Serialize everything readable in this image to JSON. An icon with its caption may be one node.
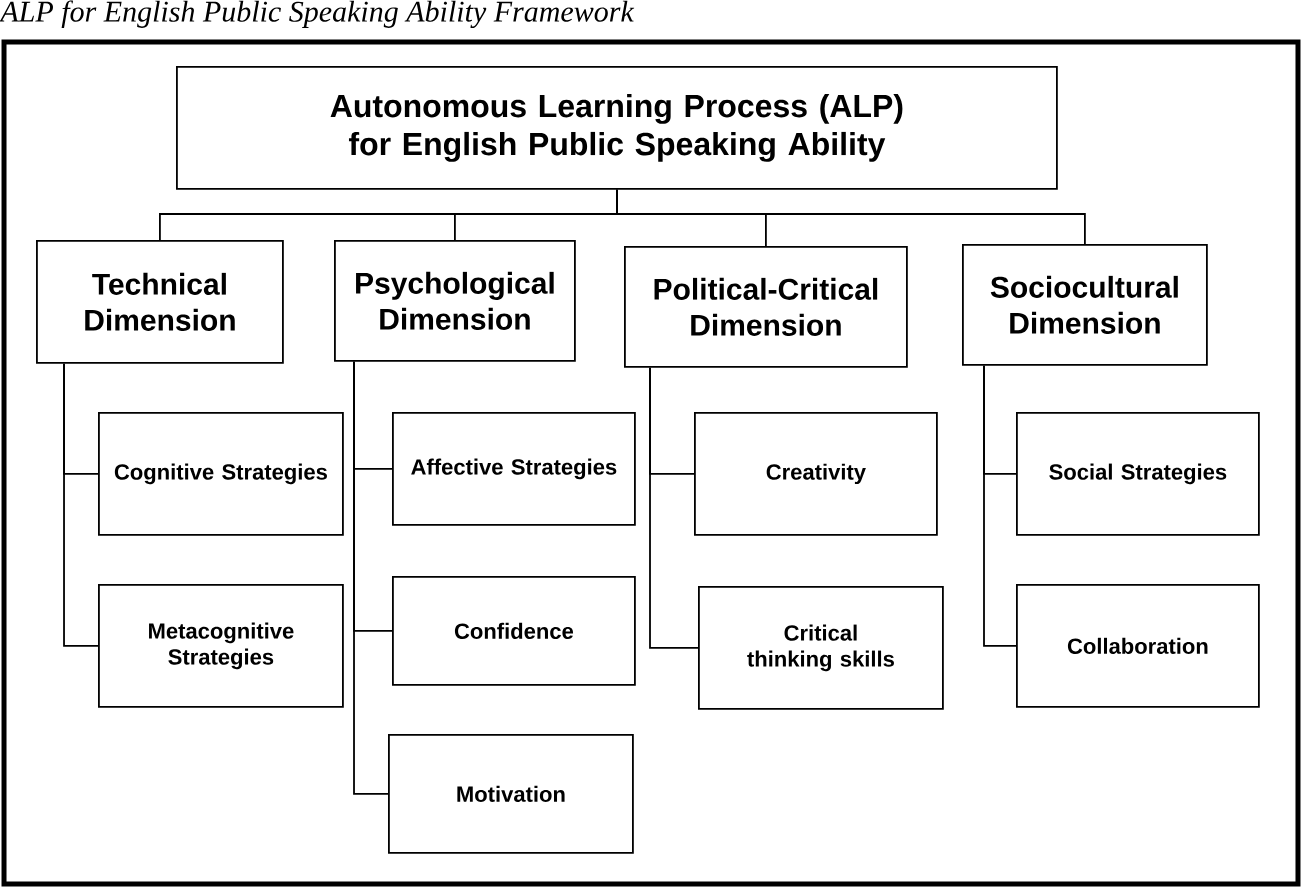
{
  "diagram": {
    "title": "ALP for English Public Speaking Ability Framework",
    "nodes": [
      {
        "text": [
          "Autonomous Learning Process (ALP) for English Public Speaking Ability"
        ]
      },
      {
        "text": [
          "Technical Dimension"
        ]
      },
      {
        "text": [
          "Psychological Dimension"
        ]
      },
      {
        "text": [
          "Political-Critical Dimension"
        ]
      },
      {
        "text": [
          "Sociocultural Dimension"
        ]
      },
      {
        "text": [
          "Cognitive Strategies"
        ]
      },
      {
        "text": [
          "Metacognitive Strategies"
        ]
      },
      {
        "text": [
          "Affective Strategies"
        ]
      },
      {
        "text": [
          "Confidence"
        ]
      },
      {
        "text": [
          "Motivation"
        ]
      },
      {
        "text": [
          "Creativity"
        ]
      },
      {
        "text": [
          "Critical thinking skills"
        ]
      },
      {
        "text": [
          "Social Strategies"
        ]
      },
      {
        "text": [
          "Collaboration"
        ]
      }
    ],
    "edges": [
      {
        "from": 0,
        "to": 1,
        "arrow": "none"
      },
      {
        "from": 0,
        "to": 2,
        "arrow": "none"
      },
      {
        "from": 0,
        "to": 3,
        "arrow": "none"
      },
      {
        "from": 0,
        "to": 4,
        "arrow": "none"
      },
      {
        "from": 1,
        "to": 5,
        "arrow": "none"
      },
      {
        "from": 1,
        "to": 6,
        "arrow": "none"
      },
      {
        "from": 2,
        "to": 7,
        "arrow": "none"
      },
      {
        "from": 2,
        "to": 8,
        "arrow": "none"
      },
      {
        "from": 2,
        "to": 9,
        "arrow": "none"
      },
      {
        "from": 3,
        "to": 10,
        "arrow": "none"
      },
      {
        "from": 3,
        "to": 11,
        "arrow": "none"
      },
      {
        "from": 4,
        "to": 12,
        "arrow": "none"
      },
      {
        "from": 4,
        "to": 13,
        "arrow": "none"
      }
    ]
  }
}
